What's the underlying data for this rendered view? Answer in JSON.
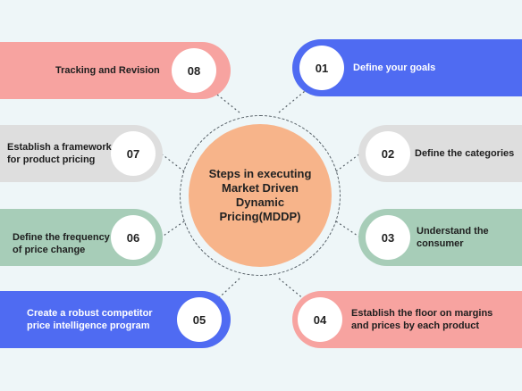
{
  "center": {
    "title": "Steps in executing\nMarket Driven Dynamic\nPricing(MDDP)"
  },
  "steps": [
    {
      "number": "01",
      "label": "Define your goals",
      "color": "#4f6bf2"
    },
    {
      "number": "02",
      "label": "Define the categories",
      "color": "#dedede"
    },
    {
      "number": "03",
      "label": "Understand the\nconsumer",
      "color": "#a7cdb8"
    },
    {
      "number": "04",
      "label": "Establish the floor on margins\nand prices by each product",
      "color": "#f7a3a0"
    },
    {
      "number": "05",
      "label": "Create a robust competitor\nprice intelligence program",
      "color": "#4f6bf2"
    },
    {
      "number": "06",
      "label": "Define the frequency\nof price change",
      "color": "#a7cdb8"
    },
    {
      "number": "07",
      "label": "Establish a framework\nfor product pricing",
      "color": "#dedede"
    },
    {
      "number": "08",
      "label": "Tracking and Revision",
      "color": "#f7a3a0"
    }
  ]
}
